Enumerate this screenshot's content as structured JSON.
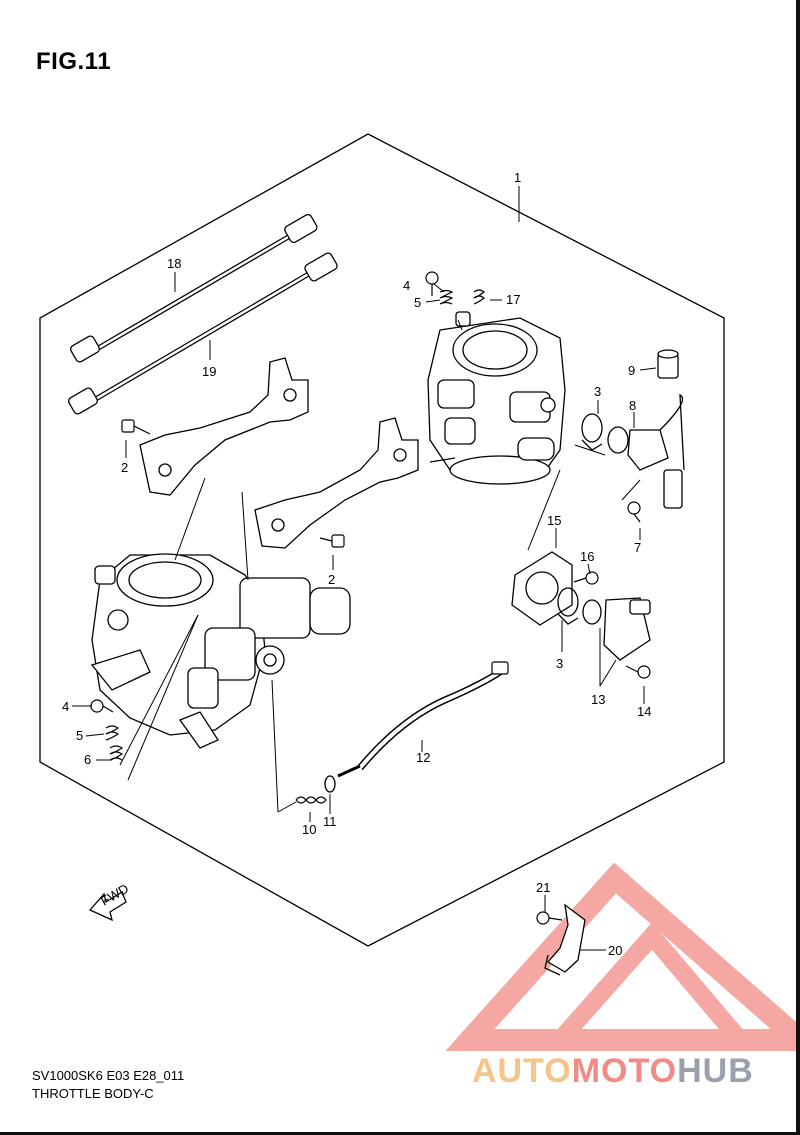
{
  "figure": {
    "title": "FIG.11"
  },
  "callouts": {
    "c1": "1",
    "c2a": "2",
    "c2b": "2",
    "c3a": "3",
    "c3b": "3",
    "c4a": "4",
    "c4b": "4",
    "c5a": "5",
    "c5b": "5",
    "c6": "6",
    "c7": "7",
    "c8": "8",
    "c9": "9",
    "c10": "10",
    "c11": "11",
    "c12": "12",
    "c13": "13",
    "c14": "14",
    "c15": "15",
    "c16": "16",
    "c17": "17",
    "c18": "18",
    "c19": "19",
    "c20": "20",
    "c21": "21"
  },
  "fwd_label": "FWD",
  "footer": {
    "code": "SV1000SK6 E03 E28_011",
    "name": "THROTTLE BODY-C"
  },
  "watermark": {
    "part1": "AUTO",
    "part2": "MOTO",
    "part3": "HUB"
  },
  "colors": {
    "line": "#000000",
    "watermark_red": "#f28a86",
    "watermark_orange": "#f6c388",
    "watermark_gray": "#9aa0ac"
  }
}
